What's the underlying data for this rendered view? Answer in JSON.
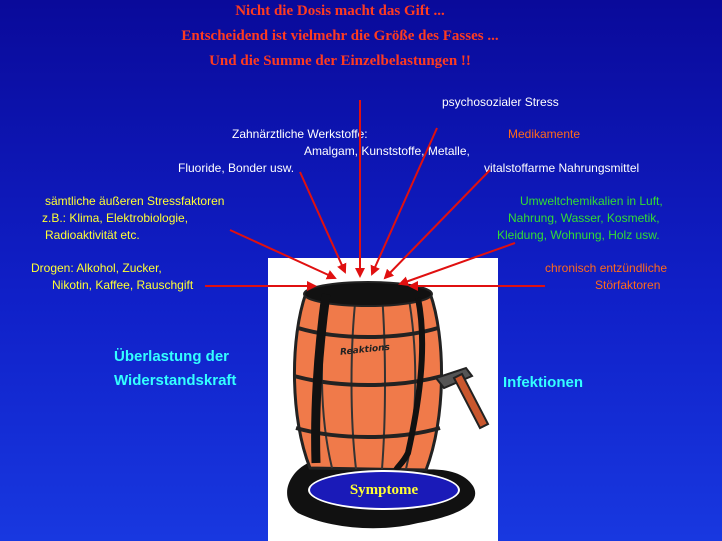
{
  "title": {
    "line1": "Nicht die Dosis macht das Gift ...",
    "line2": "Entscheidend ist vielmehr die Größe des Fasses ...",
    "line3": "Und die Summe der Einzelbelastungen !!"
  },
  "labels": {
    "psychosozial": "psychosozialer Stress",
    "zahn1": "Zahnärztliche Werkstoffe:",
    "zahn2": "Amalgam, Kunststoffe, Metalle,",
    "zahn3": "Fluoride, Bonder usw.",
    "medikamente": "Medikamente",
    "vitalstoff": "vitalstoffarme Nahrungsmittel",
    "stress1": "sämtliche äußeren Stressfaktoren",
    "stress2": "z.B.: Klima, Elektrobiologie,",
    "stress3": "Radioaktivität etc.",
    "umwelt1": "Umweltchemikalien in Luft,",
    "umwelt2": "Nahrung, Wasser, Kosmetik,",
    "umwelt3": "Kleidung, Wohnung, Holz usw.",
    "drogen1": "Drogen: Alkohol, Zucker,",
    "drogen2": "Nikotin, Kaffee, Rauschgift",
    "chronisch1": "chronisch entzündliche",
    "chronisch2": "Störfaktoren",
    "ueberlastung1": "Überlastung der",
    "ueberlastung2": "Widerstandskraft",
    "infektionen": "Infektionen",
    "symptome": "Symptome",
    "barrel_text": "Reaktions"
  },
  "colors": {
    "arrow": "#e01010",
    "title": "#ff3b1f",
    "barrel": "#f07a4a"
  }
}
